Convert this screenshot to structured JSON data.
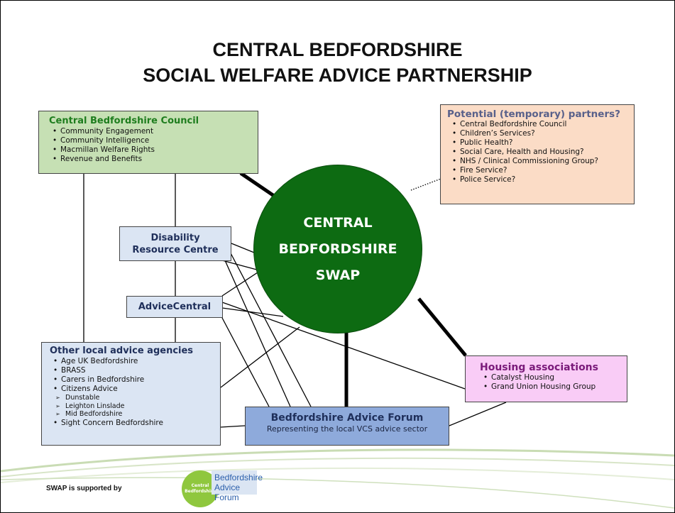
{
  "title": {
    "line1": "CENTRAL BEDFORDSHIRE",
    "line2": "SOCIAL WELFARE ADVICE PARTNERSHIP"
  },
  "center": {
    "line1": "CENTRAL",
    "line2": "BEDFORDSHIRE",
    "line3": "SWAP",
    "color": "#0d6b12"
  },
  "council": {
    "heading": "Central Bedfordshire Council",
    "items": [
      "Community Engagement",
      "Community Intelligence",
      "Macmillan Welfare Rights",
      "Revenue and Benefits"
    ],
    "color": "#c6e0b4"
  },
  "potential": {
    "heading": "Potential (temporary) partners?",
    "items": [
      "Central Bedfordshire Council",
      "Children’s Services?",
      "Public Health?",
      "Social Care, Health and Housing?",
      "NHS / Clinical Commissioning Group?",
      "Fire Service?",
      "Police Service?"
    ],
    "color": "#fbdcc6"
  },
  "disability": {
    "line1": "Disability",
    "line2": "Resource Centre"
  },
  "advice_central": {
    "label": "AdviceCentral"
  },
  "other_agencies": {
    "heading": "Other local advice agencies",
    "items_before": [
      "Age UK Bedfordshire",
      "BRASS",
      "Carers in Bedfordshire",
      "Citizens Advice"
    ],
    "sub_items": [
      "Dunstable",
      "Leighton Linslade",
      "Mid Bedfordshire"
    ],
    "items_after": [
      "Sight Concern Bedfordshire"
    ]
  },
  "housing": {
    "heading": "Housing associations",
    "items": [
      "Catalyst Housing",
      "Grand Union Housing Group"
    ],
    "color": "#f9ccf6"
  },
  "forum": {
    "heading": "Bedfordshire Advice Forum",
    "subtitle": "Representing the local VCS advice sector",
    "color": "#8eaadb"
  },
  "footer": {
    "supported_by": "SWAP is supported by",
    "logo_cb_line1": "Central",
    "logo_cb_line2": "Bedfordshire",
    "logo_baf_line1": "Bedfordshire",
    "logo_baf_line2": "Advice Forum"
  }
}
